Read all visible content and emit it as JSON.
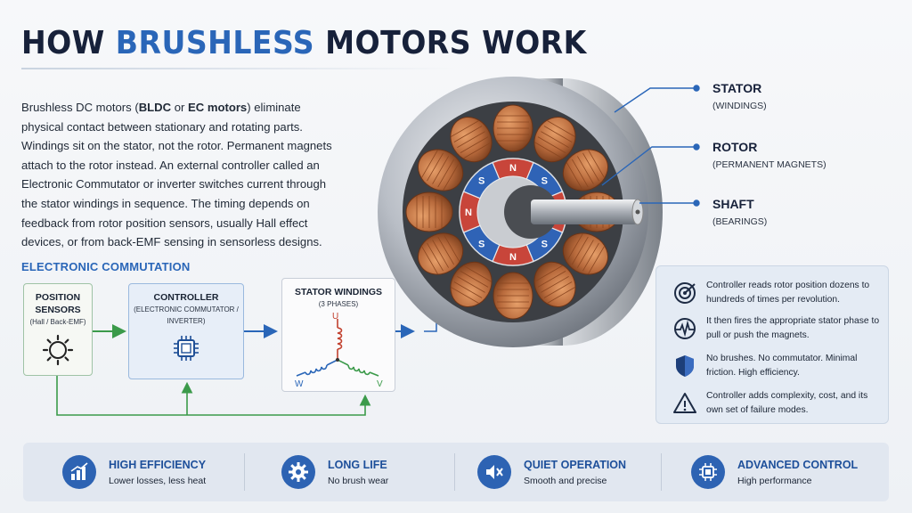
{
  "title": {
    "part1": "HOW",
    "part2": "BRUSHLESS",
    "part3": "MOTORS WORK"
  },
  "intro": {
    "pre": "Brushless DC motors (",
    "bold1": "BLDC",
    "mid": " or ",
    "bold2": "EC motors",
    "post": ") eliminate physical contact between stationary and rotating parts. Windings sit on the stator, not the rotor. Permanent magnets attach to the rotor instead. An external controller called an Electronic Commutator or inverter switches current through the stator windings in sequence. The timing depends on feedback from rotor position sensors, usually Hall effect devices, or from back-EMF sensing in sensorless designs."
  },
  "commutation": {
    "heading": "ELECTRONIC COMMUTATION",
    "sensors": {
      "title1": "POSITION",
      "title2": "SENSORS",
      "sub": "(Hall / Back-EMF)"
    },
    "controller": {
      "title": "CONTROLLER",
      "sub1": "(ELECTRONIC COMMUTATOR /",
      "sub2": "INVERTER)"
    },
    "stator": {
      "title": "STATOR WINDINGS",
      "sub": "(3 PHASES)",
      "phase_u": "U",
      "phase_v": "V",
      "phase_w": "W"
    }
  },
  "motor": {
    "pole_labels": [
      "N",
      "S",
      "N",
      "S",
      "N",
      "S",
      "N",
      "S"
    ],
    "callouts": [
      {
        "title": "STATOR",
        "sub": "(WINDINGS)"
      },
      {
        "title": "ROTOR",
        "sub": "(PERMANENT MAGNETS)"
      },
      {
        "title": "SHAFT",
        "sub": "(BEARINGS)"
      }
    ]
  },
  "info_panel": {
    "items": [
      {
        "icon": "target-icon",
        "text": "Controller reads rotor position dozens to hundreds of times per revolution."
      },
      {
        "icon": "pulse-icon",
        "text": "It then fires the appropriate stator phase to pull or push the magnets."
      },
      {
        "icon": "shield-icon",
        "text": "No brushes. No commutator. Minimal friction. High efficiency."
      },
      {
        "icon": "warning-icon",
        "text": "Controller adds complexity, cost, and its own set of failure modes."
      }
    ]
  },
  "features": [
    {
      "icon": "efficiency-chart-icon",
      "title": "HIGH EFFICIENCY",
      "sub": "Lower losses, less heat"
    },
    {
      "icon": "gear-icon",
      "title": "LONG LIFE",
      "sub": "No brush wear"
    },
    {
      "icon": "muted-speaker-icon",
      "title": "QUIET OPERATION",
      "sub": "Smooth and precise"
    },
    {
      "icon": "chip-icon",
      "title": "ADVANCED CONTROL",
      "sub": "High performance"
    }
  ],
  "colors": {
    "accent_blue": "#2a66b8",
    "flow_green": "#3b9a4a",
    "copper": "#b86a3c",
    "magnet_red": "#c8453a",
    "magnet_blue": "#2f63b6"
  }
}
